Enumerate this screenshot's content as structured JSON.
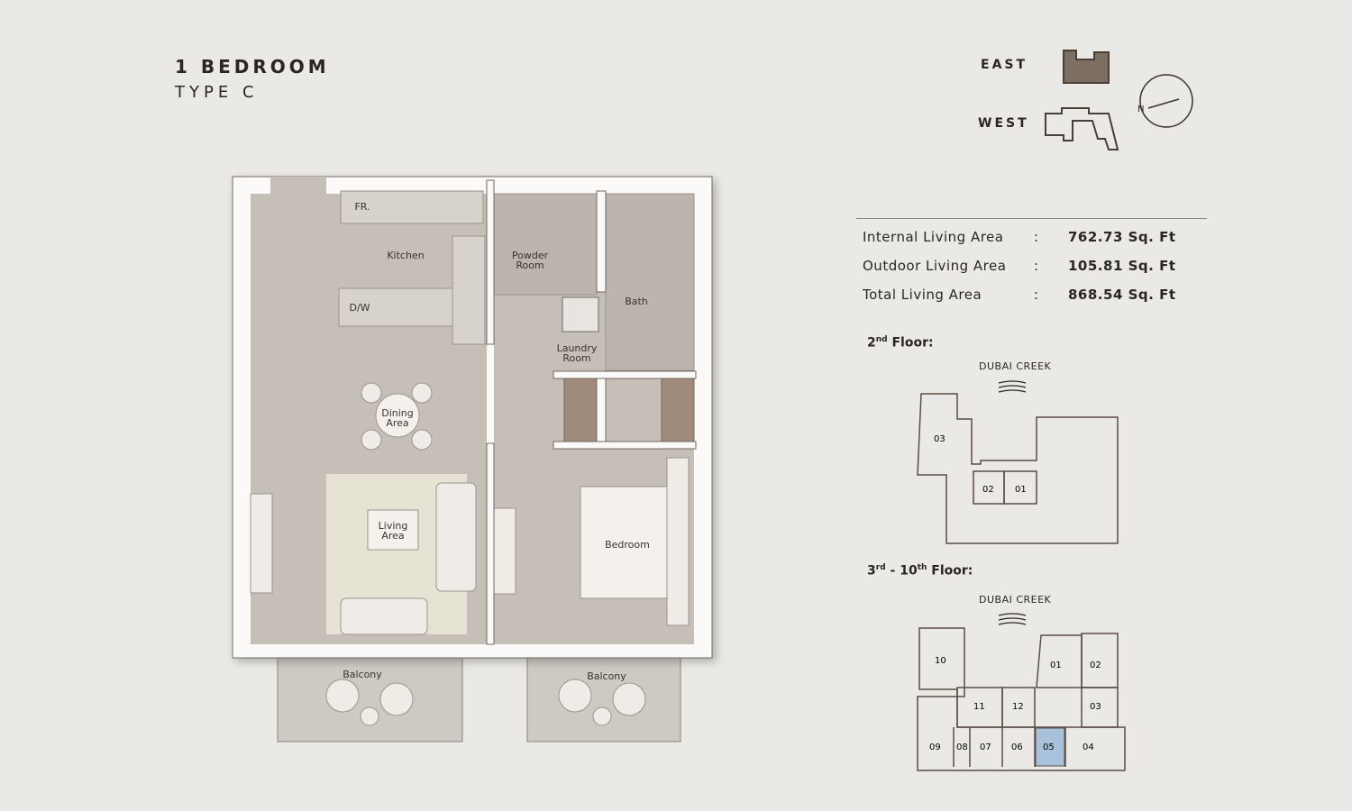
{
  "header": {
    "title": "1 BEDROOM",
    "subtitle": "TYPE C"
  },
  "orientation": {
    "east_label": "EAST",
    "west_label": "WEST",
    "north_label": "N"
  },
  "areas": [
    {
      "label": "Internal Living Area",
      "sep": ":",
      "value": "762.73 Sq. Ft"
    },
    {
      "label": "Outdoor Living Area",
      "sep": ":",
      "value": "105.81 Sq. Ft"
    },
    {
      "label": "Total Living Area",
      "sep": ":",
      "value": "868.54 Sq. Ft"
    }
  ],
  "floor2": {
    "num": "2",
    "sup": "nd",
    "label": " Floor:",
    "creek": "DUBAI CREEK",
    "units": [
      "03",
      "02",
      "01"
    ]
  },
  "floor3": {
    "num": "3",
    "sup": "rd",
    "dash": " - 10",
    "sup2": "th",
    "label": " Floor:",
    "creek": "DUBAI CREEK",
    "units": [
      "10",
      "01",
      "02",
      "11",
      "12",
      "03",
      "09",
      "08",
      "07",
      "06",
      "05",
      "04"
    ],
    "highlight": "05",
    "highlight_color": "#a9c2dc"
  },
  "plan": {
    "rooms": {
      "fridge": "FR.",
      "kitchen": "Kitchen",
      "dw": "D/W",
      "powder1": "Powder",
      "powder2": "Room",
      "laundry1": "Laundry",
      "laundry2": "Room",
      "bath": "Bath",
      "dining1": "Dining",
      "dining2": "Area",
      "living1": "Living",
      "living2": "Area",
      "bedroom": "Bedroom",
      "balcony1": "Balcony",
      "balcony2": "Balcony"
    }
  }
}
